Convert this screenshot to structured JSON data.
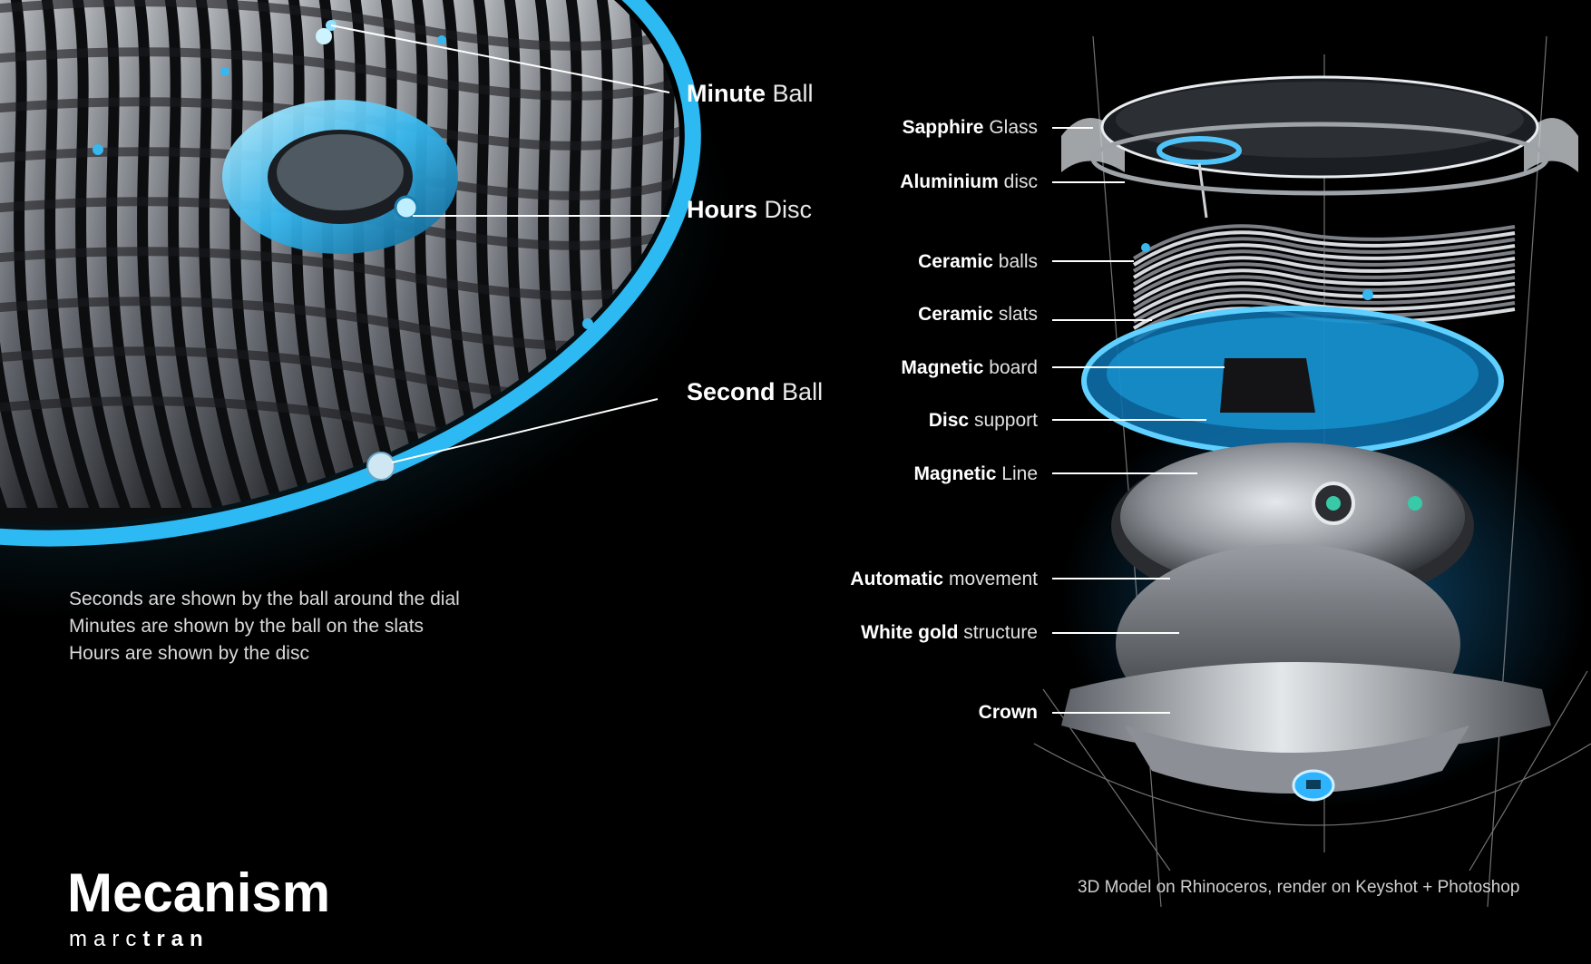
{
  "left_callouts": [
    {
      "bold": "Minute",
      "light": "Ball"
    },
    {
      "bold": "Hours",
      "light": "Disc"
    },
    {
      "bold": "Second",
      "light": "Ball"
    }
  ],
  "description": [
    "Seconds are shown by the ball around the dial",
    "Minutes are shown by the ball on the slats",
    "Hours are shown by the disc"
  ],
  "parts": [
    {
      "bold": "Sapphire",
      "light": "Glass"
    },
    {
      "bold": "Aluminium",
      "light": "disc"
    },
    {
      "bold": "Ceramic",
      "light": "balls"
    },
    {
      "bold": "Ceramic",
      "light": "slats"
    },
    {
      "bold": "Magnetic",
      "light": "board"
    },
    {
      "bold": "Disc",
      "light": "support"
    },
    {
      "bold": "Magnetic",
      "light": "Line"
    },
    {
      "bold": "Automatic",
      "light": "movement"
    },
    {
      "bold": "White gold",
      "light": "structure"
    },
    {
      "bold": "Crown",
      "light": ""
    }
  ],
  "title": "Mecanism",
  "brand": {
    "light": "marc",
    "bold": "tran"
  },
  "credit": "3D Model on Rhinoceros, render on Keyshot + Photoshop",
  "colors": {
    "background": "#000000",
    "accent_blue": "#2fc3ff",
    "metal": "#8a8d92"
  }
}
